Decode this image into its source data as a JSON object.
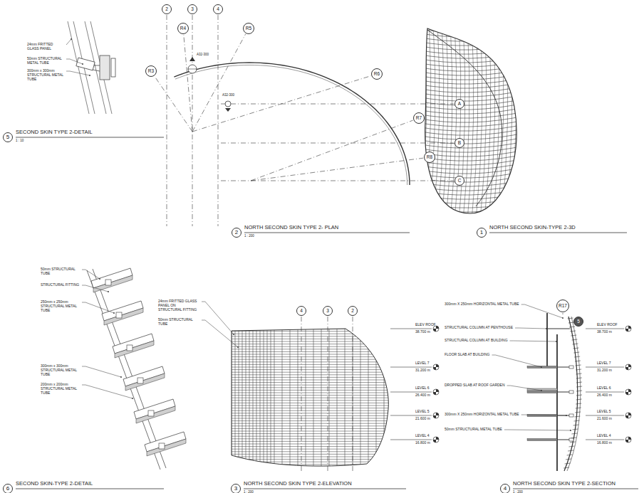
{
  "diagram": {
    "nodes": [
      {
        "text": [
          "5"
        ]
      },
      {
        "text": [
          "2"
        ]
      },
      {
        "text": [
          "3"
        ]
      },
      {
        "text": [
          "4"
        ]
      },
      {
        "text": [
          "R4"
        ]
      },
      {
        "text": [
          "R5"
        ]
      },
      {
        "text": [
          "R3"
        ]
      },
      {
        "text": [
          "R6"
        ]
      },
      {
        "text": [
          "R7"
        ]
      },
      {
        "text": [
          "R8"
        ]
      },
      {
        "text": [
          "A"
        ]
      },
      {
        "text": [
          "B"
        ]
      },
      {
        "text": [
          "C"
        ]
      },
      {
        "text": [
          "2"
        ]
      },
      {
        "text": [
          "1"
        ]
      },
      {
        "text": [
          "4"
        ]
      },
      {
        "text": [
          "3"
        ]
      },
      {
        "text": [
          "2"
        ]
      },
      {
        "text": [
          "R17"
        ]
      },
      {
        "text": [
          "5"
        ]
      },
      {
        "text": [
          "6"
        ]
      },
      {
        "text": [
          "3"
        ]
      },
      {
        "text": [
          "4"
        ]
      }
    ],
    "labels": [
      "24mm FRITTED GLASS PANEL",
      "50mm STRUCTURAL METAL TUBE",
      "300mm x 300mm STRUCTURAL METAL TUBE",
      "SECOND SKIN TYPE 2-DETAIL",
      "1 : 10",
      "A32-300",
      "A32-300",
      "NORTH SECOND SKIN TYPE 2- PLAN",
      "1 : 200",
      "NORTH SECOND SKIN-TYPE 2-3D",
      "50mm STRUCTURAL TUBE",
      "STRUCTURAL FITTING",
      "250mm x 250mm STRUCTURAL METAL TUBE",
      "300mm x 300mm STRUCTURAL METAL TUBE",
      "200mm x 200mm STRUCTURAL METAL TUBE",
      "SECOND SKIN-TYPE 2-DETAIL",
      "24mm FRITTED GLASS PANEL ON STRUCTURAL FITTING",
      "50mm STRUCTURAL TUBE",
      "ELEV ROOF",
      "38.700 m",
      "LEVEL 7",
      "31.200 m",
      "LEVEL 6",
      "26.400 m",
      "LEVEL 5",
      "21.600 m",
      "LEVEL 4",
      "16.800 m",
      "NORTH SECOND SKIN TYPE 2-ELEVATION",
      "1 : 200",
      "300mm X 250mm HORIZONTAL METAL TUBE",
      "STRUCTURAL COLUMN AT PENTHOUSE",
      "STRUCTURAL COLUMN AT BUILDING",
      "FLOOR SLAB AT BUILDING",
      "DROPPED SLAB AT ROOF GARDEN",
      "300mm X 250mm HORIZONTAL METAL TUBE",
      "50mm STRUCTURAL METAL TUBE",
      "ELEV ROOF",
      "38.700 m",
      "LEVEL 7",
      "31.200 m",
      "LEVEL 6",
      "26.400 m",
      "LEVEL 5",
      "21.600 m",
      "LEVEL 4",
      "16.800 m",
      "NORTH SECOND SKIN TYPE 2-SECTION",
      "1 : 200"
    ]
  }
}
